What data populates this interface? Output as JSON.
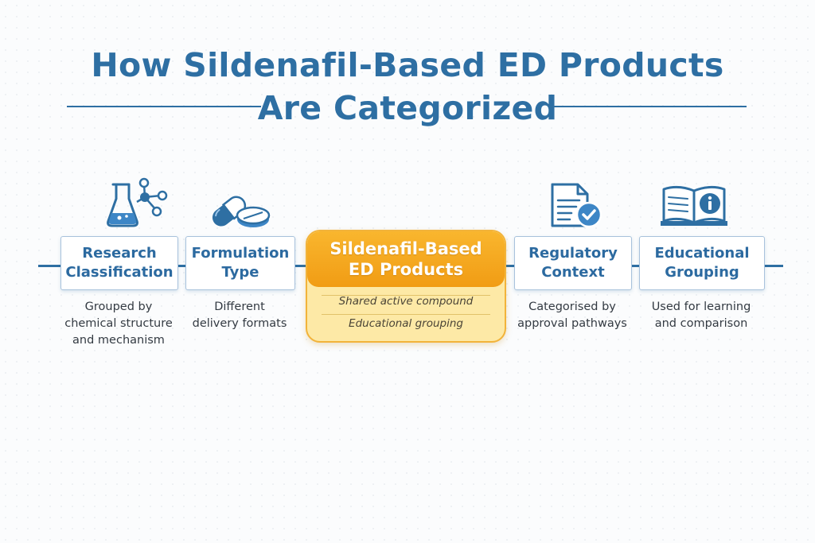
{
  "title": {
    "line1": "How Sildenafil-Based ED Products",
    "line2": "Are Categorized"
  },
  "center": {
    "line1": "Sildenafil-Based",
    "line2": "ED Products",
    "notes": [
      "Shared active compound",
      "Educational grouping"
    ]
  },
  "categories": [
    {
      "icon": "flask-molecule-icon",
      "title_lines": [
        "Research",
        "Classification"
      ],
      "desc_lines": [
        "Grouped by",
        "chemical structure",
        "and mechanism"
      ]
    },
    {
      "icon": "pills-icon",
      "title_lines": [
        "Formulation",
        "Type"
      ],
      "desc_lines": [
        "Different",
        "delivery formats"
      ]
    },
    {
      "icon": "document-check-icon",
      "title_lines": [
        "Regulatory",
        "Context"
      ],
      "desc_lines": [
        "Categorised by",
        "approval pathways"
      ]
    },
    {
      "icon": "book-info-icon",
      "title_lines": [
        "Educational",
        "Grouping"
      ],
      "desc_lines": [
        "Used for learning",
        "and comparison"
      ]
    }
  ],
  "colors": {
    "primary_blue": "#2e6fa3",
    "hub_orange": "#f5a623",
    "hub_cream": "#fde9a6"
  }
}
